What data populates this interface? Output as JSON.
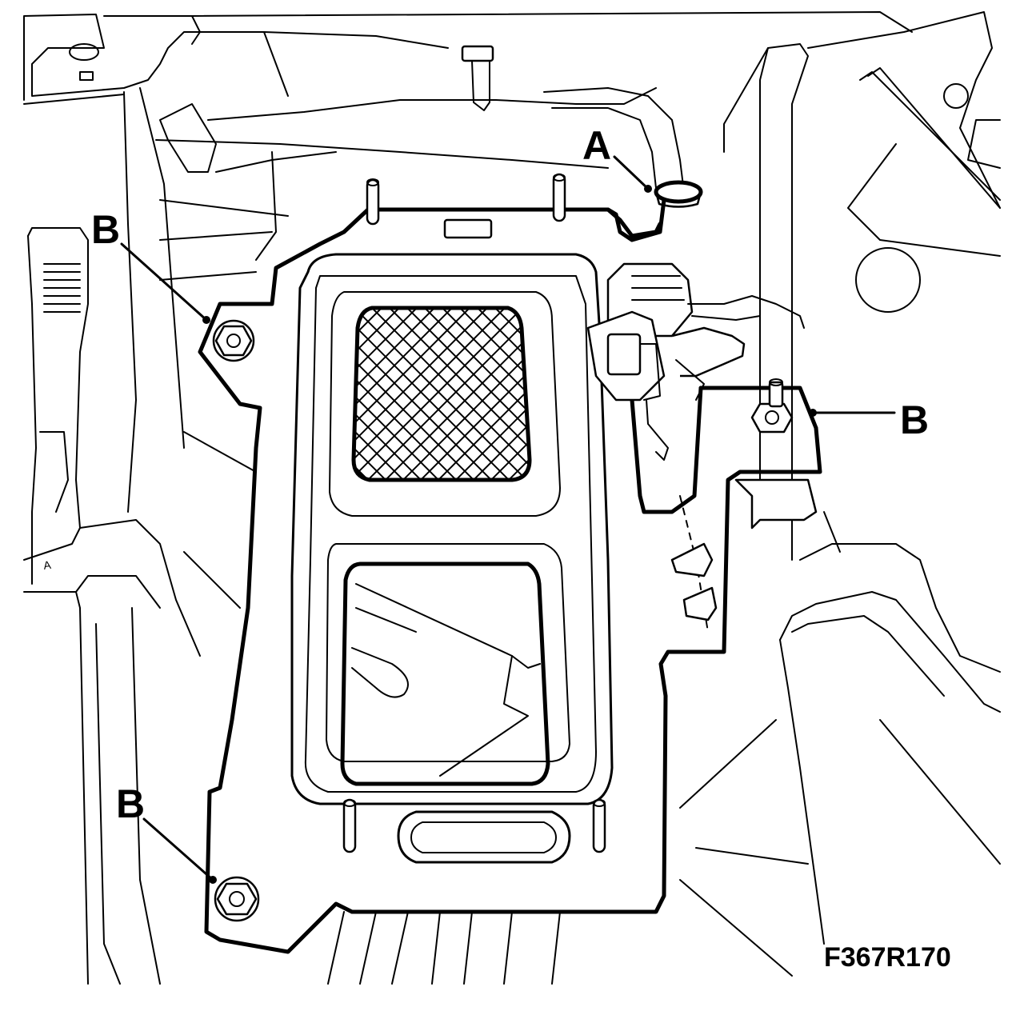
{
  "figure": {
    "code": "F367R170"
  },
  "callouts": {
    "a": "A",
    "b_upper_left": "B",
    "b_right": "B",
    "b_lower_left": "B"
  },
  "part_markings": {
    "left_bracket_letter": "A"
  },
  "colors": {
    "line": "#000000",
    "background": "#ffffff"
  }
}
